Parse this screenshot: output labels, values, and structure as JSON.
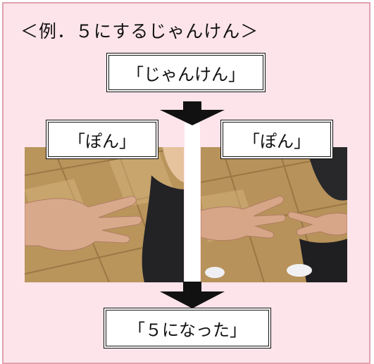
{
  "heading": "＜例．５にするじゃんけん＞",
  "boxes": {
    "top": "「じゃんけん」",
    "left": "「ぽん」",
    "right": "「ぽん」",
    "bottom": "「５になった」"
  },
  "colors": {
    "background": "#fce4ea",
    "border": "#e3a0ae"
  }
}
